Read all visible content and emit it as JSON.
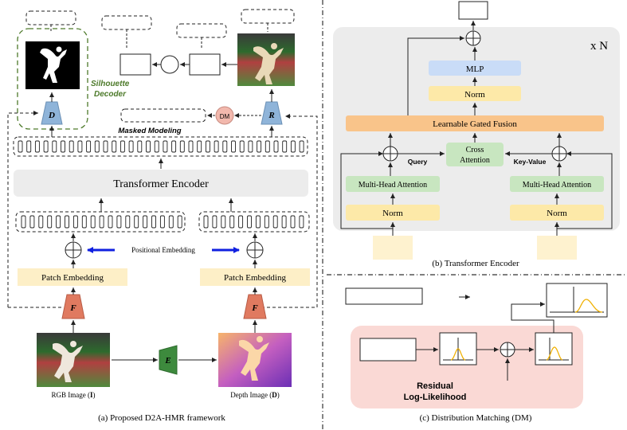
{
  "panel_a": {
    "silhouette_decoder_line1": "Silhouette",
    "silhouette_decoder_line2": "Decoder",
    "decoder_d": "D",
    "regressor_r": "R",
    "dm_label": "DM",
    "masked_modeling": "Masked Modeling",
    "transformer_encoder": "Transformer Encoder",
    "positional_embedding": "Positional Embedding",
    "patch_embedding_left": "Patch Embedding",
    "patch_embedding_right": "Patch Embedding",
    "encoder_f_left": "F",
    "encoder_f_right": "F",
    "estimator_e": "E",
    "rgb_label_prefix": "RGB Image (",
    "rgb_label_symbol": "I",
    "rgb_label_suffix": ")",
    "depth_label_prefix": "Depth Image (",
    "depth_label_symbol": "D",
    "depth_label_suffix": ")",
    "caption": "(a) Proposed D2A-HMR framework"
  },
  "panel_b": {
    "repeat": "x N",
    "mlp": "MLP",
    "norm_top": "Norm",
    "gated_fusion": "Learnable Gated Fusion",
    "cross_attention_line1": "Cross",
    "cross_attention_line2": "Attention",
    "query": "Query",
    "key_value": "Key-Value",
    "mha_left": "Multi-Head Attention",
    "mha_right": "Multi-Head Attention",
    "norm_left": "Norm",
    "norm_right": "Norm",
    "caption": "(b) Transformer Encoder"
  },
  "panel_c": {
    "residual_line1": "Residual",
    "residual_line2": "Log-Likelihood",
    "caption": "(c) Distribution Matching (DM)"
  },
  "colors": {
    "norm_yellow": "#fde9a8",
    "patch_embed_fill": "#fdefc7",
    "mha_green": "#c8e6c0",
    "mlp_blue": "#c9dcf7",
    "fusion_orange": "#f9c48a",
    "encoder_gray": "#ececec",
    "decoder_blue": "#8fb4d9",
    "encoder_red": "#e07a60",
    "estimator_green": "#3d8a3d",
    "dm_pink": "#f2b8ad",
    "residual_pink": "#fad9d5",
    "arrow_blue": "#1020e0",
    "silhouette_green": "#4d7a2a",
    "curve_orange": "#f0b000"
  }
}
